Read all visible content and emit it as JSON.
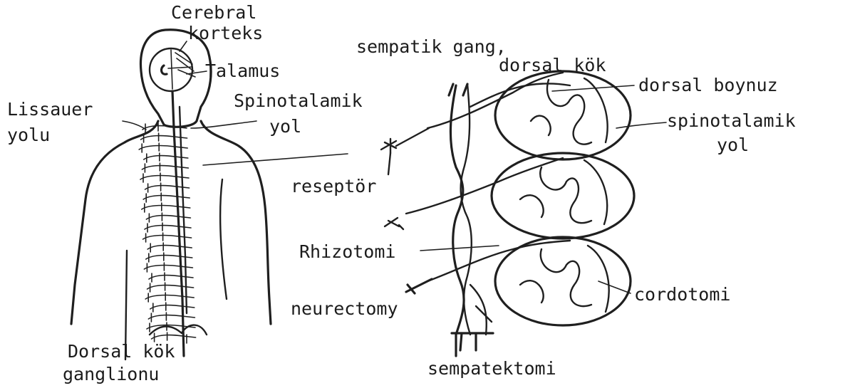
{
  "labels": {
    "cerebral": "Cerebral",
    "korteks": "korteks",
    "talamus": "Talamus",
    "lissauer": "Lissauer",
    "yolu": "yolu",
    "spinotalamik_left": "Spinotalamik",
    "yol_left": "yol",
    "dorsal_kok_ganglion_1": "Dorsal kök",
    "dorsal_kok_ganglion_2": "ganglionu",
    "sempatik_gang": "sempatik gang,",
    "dorsal_kok": "dorsal kök",
    "dorsal_boynuz": "dorsal boynuz",
    "spinotalamik_right": "spinotalamik",
    "yol_right": "yol",
    "reseptor": "reseptör",
    "rhizotomi": "Rhizotomi",
    "neurectomy": "neurectomy",
    "cordotomi": "cordotomi",
    "sempatektomi": "sempatektomi"
  }
}
